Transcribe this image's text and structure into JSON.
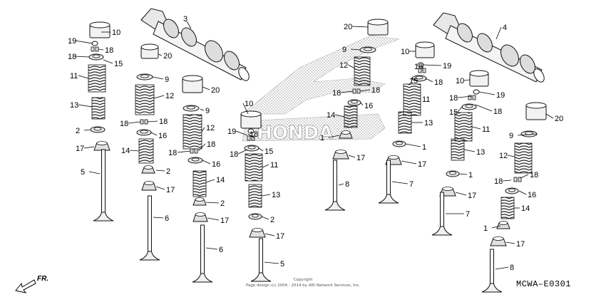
{
  "diagram": {
    "diagram_code": "MCWA–E0301",
    "direction_label": "FR.",
    "copyright_line1": "Copyright",
    "copyright_line2": "Page design (c) 2004 - 2014 by ARI Network Services, Inc.",
    "watermark": "HONDA"
  },
  "callouts": [
    {
      "num": "10"
    },
    {
      "num": "19"
    },
    {
      "num": "18"
    },
    {
      "num": "18"
    },
    {
      "num": "15"
    },
    {
      "num": "11"
    },
    {
      "num": "13"
    },
    {
      "num": "2"
    },
    {
      "num": "17"
    },
    {
      "num": "5"
    },
    {
      "num": "20"
    },
    {
      "num": "9"
    },
    {
      "num": "12"
    },
    {
      "num": "18"
    },
    {
      "num": "18"
    },
    {
      "num": "16"
    },
    {
      "num": "14"
    },
    {
      "num": "2"
    },
    {
      "num": "17"
    },
    {
      "num": "6"
    },
    {
      "num": "3"
    },
    {
      "num": "20"
    },
    {
      "num": "9"
    },
    {
      "num": "12"
    },
    {
      "num": "18"
    },
    {
      "num": "18"
    },
    {
      "num": "16"
    },
    {
      "num": "14"
    },
    {
      "num": "2"
    },
    {
      "num": "17"
    },
    {
      "num": "6"
    },
    {
      "num": "10"
    },
    {
      "num": "19"
    },
    {
      "num": "18"
    },
    {
      "num": "18"
    },
    {
      "num": "15"
    },
    {
      "num": "11"
    },
    {
      "num": "13"
    },
    {
      "num": "2"
    },
    {
      "num": "17"
    },
    {
      "num": "5"
    },
    {
      "num": "20"
    },
    {
      "num": "9"
    },
    {
      "num": "12"
    },
    {
      "num": "18"
    },
    {
      "num": "18"
    },
    {
      "num": "16"
    },
    {
      "num": "14"
    },
    {
      "num": "1"
    },
    {
      "num": "17"
    },
    {
      "num": "8"
    },
    {
      "num": "10"
    },
    {
      "num": "19"
    },
    {
      "num": "18"
    },
    {
      "num": "15"
    },
    {
      "num": "18"
    },
    {
      "num": "11"
    },
    {
      "num": "13"
    },
    {
      "num": "1"
    },
    {
      "num": "17"
    },
    {
      "num": "7"
    },
    {
      "num": "4"
    },
    {
      "num": "10"
    },
    {
      "num": "18"
    },
    {
      "num": "19"
    },
    {
      "num": "15"
    },
    {
      "num": "18"
    },
    {
      "num": "11"
    },
    {
      "num": "13"
    },
    {
      "num": "1"
    },
    {
      "num": "17"
    },
    {
      "num": "7"
    },
    {
      "num": "20"
    },
    {
      "num": "9"
    },
    {
      "num": "12"
    },
    {
      "num": "18"
    },
    {
      "num": "18"
    },
    {
      "num": "16"
    },
    {
      "num": "14"
    },
    {
      "num": "1"
    },
    {
      "num": "17"
    },
    {
      "num": "8"
    }
  ]
}
